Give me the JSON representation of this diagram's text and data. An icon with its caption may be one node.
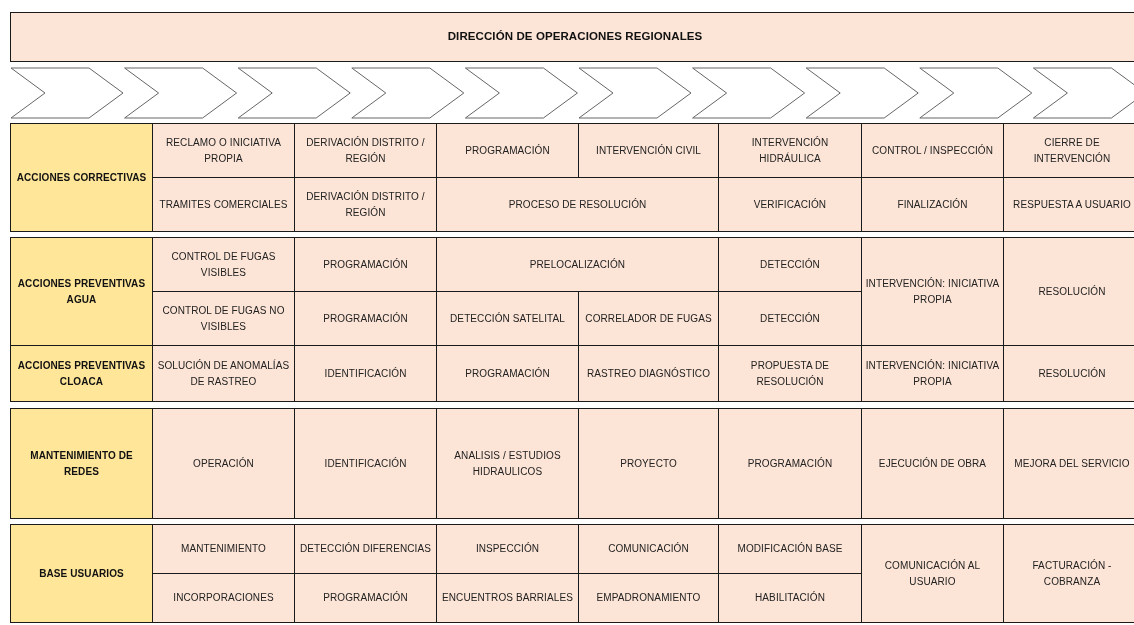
{
  "diagram": {
    "nodes": [
      {
        "text": [
          "DIRECCIÓN DE OPERACIONES REGIONALES"
        ]
      },
      {
        "text": [
          "ACCIONES CORRECTIVAS"
        ]
      },
      {
        "text": [
          "RECLAMO O INICIATIVA PROPIA"
        ]
      },
      {
        "text": [
          "DERIVACIÓN DISTRITO / REGIÓN"
        ]
      },
      {
        "text": [
          "PROGRAMACIÓN"
        ]
      },
      {
        "text": [
          "INTERVENCIÓN CIVIL"
        ]
      },
      {
        "text": [
          "INTERVENCIÓN HIDRÁULICA"
        ]
      },
      {
        "text": [
          "CONTROL / INSPECCIÓN"
        ]
      },
      {
        "text": [
          "CIERRE DE INTERVENCIÓN"
        ]
      },
      {
        "text": [
          "TRAMITES COMERCIALES"
        ]
      },
      {
        "text": [
          "DERIVACIÓN DISTRITO / REGIÓN"
        ]
      },
      {
        "text": [
          "PROCESO DE RESOLUCIÓN"
        ]
      },
      {
        "text": [
          "VERIFICACIÓN"
        ]
      },
      {
        "text": [
          "FINALIZACIÓN"
        ]
      },
      {
        "text": [
          "RESPUESTA A USUARIO"
        ]
      },
      {
        "text": [
          "ACCIONES PREVENTIVAS AGUA"
        ]
      },
      {
        "text": [
          "CONTROL DE FUGAS VISIBLES"
        ]
      },
      {
        "text": [
          "PROGRAMACIÓN"
        ]
      },
      {
        "text": [
          "PRELOCALIZACIÓN"
        ]
      },
      {
        "text": [
          "DETECCIÓN"
        ]
      },
      {
        "text": [
          "INTERVENCIÓN: INICIATIVA PROPIA"
        ]
      },
      {
        "text": [
          "RESOLUCIÓN"
        ]
      },
      {
        "text": [
          "CONTROL DE FUGAS NO VISIBLES"
        ]
      },
      {
        "text": [
          "PROGRAMACIÓN"
        ]
      },
      {
        "text": [
          "DETECCIÓN SATELITAL"
        ]
      },
      {
        "text": [
          "CORRELADOR DE FUGAS"
        ]
      },
      {
        "text": [
          "DETECCIÓN"
        ]
      },
      {
        "text": [
          "ACCIONES PREVENTIVAS CLOACA"
        ]
      },
      {
        "text": [
          "SOLUCIÓN DE ANOMALÍAS DE RASTREO"
        ]
      },
      {
        "text": [
          "IDENTIFICACIÓN"
        ]
      },
      {
        "text": [
          "PROGRAMACIÓN"
        ]
      },
      {
        "text": [
          "RASTREO DIAGNÓSTICO"
        ]
      },
      {
        "text": [
          "PROPUESTA DE RESOLUCIÓN"
        ]
      },
      {
        "text": [
          "INTERVENCIÓN: INICIATIVA PROPIA"
        ]
      },
      {
        "text": [
          "RESOLUCIÓN"
        ]
      },
      {
        "text": [
          "MANTENIMIENTO DE REDES"
        ]
      },
      {
        "text": [
          "OPERACIÓN"
        ]
      },
      {
        "text": [
          "IDENTIFICACIÓN"
        ]
      },
      {
        "text": [
          "ANALISIS / ESTUDIOS HIDRAULICOS"
        ]
      },
      {
        "text": [
          "PROYECTO"
        ]
      },
      {
        "text": [
          "PROGRAMACIÓN"
        ]
      },
      {
        "text": [
          "EJECUCIÓN DE OBRA"
        ]
      },
      {
        "text": [
          "MEJORA DEL SERVICIO"
        ]
      },
      {
        "text": [
          "BASE USUARIOS"
        ]
      },
      {
        "text": [
          "MANTENIMIENTO"
        ]
      },
      {
        "text": [
          "DETECCIÓN DIFERENCIAS"
        ]
      },
      {
        "text": [
          "INSPECCIÓN"
        ]
      },
      {
        "text": [
          "COMUNICACIÓN"
        ]
      },
      {
        "text": [
          "MODIFICACIÓN BASE"
        ]
      },
      {
        "text": [
          "COMUNICACIÓN AL USUARIO"
        ]
      },
      {
        "text": [
          "FACTURACIÓN - COBRANZA"
        ]
      },
      {
        "text": [
          "INCORPORACIONES"
        ]
      },
      {
        "text": [
          "PROGRAMACIÓN"
        ]
      },
      {
        "text": [
          "ENCUENTROS BARRIALES"
        ]
      },
      {
        "text": [
          "EMPADRONAMIENTO"
        ]
      },
      {
        "text": [
          "HABILITACIÓN"
        ]
      }
    ]
  }
}
